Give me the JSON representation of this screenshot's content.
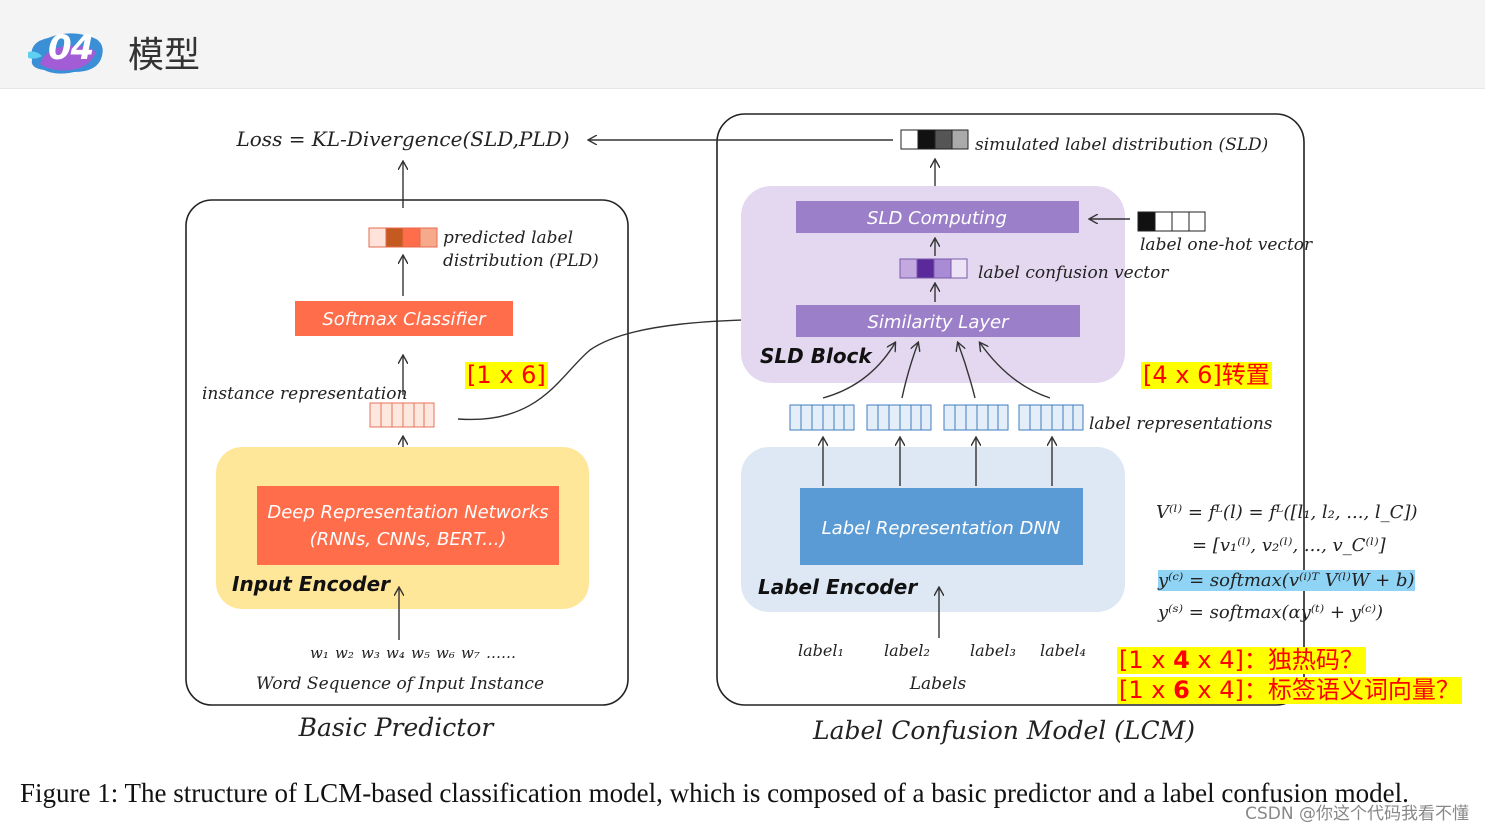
{
  "header": {
    "badge": "04",
    "title": "模型"
  },
  "basic_predictor": {
    "title": "Basic Predictor",
    "loss": "Loss = KL-Divergence(SLD,PLD)",
    "pld_label_line1": "predicted label",
    "pld_label_line2": "distribution (PLD)",
    "softmax": "Softmax Classifier",
    "instance_repr": "instance representation",
    "drn_line1": "Deep Representation Networks",
    "drn_line2": "(RNNs, CNNs, BERT...)",
    "input_encoder": "Input Encoder",
    "words": [
      "w₁",
      "w₂",
      "w₃",
      "w₄",
      "w₅",
      "w₆",
      "w₇",
      "……"
    ],
    "word_seq": "Word Sequence of Input Instance"
  },
  "lcm": {
    "title": "Label Confusion Model (LCM)",
    "sld_label": "simulated label distribution (SLD)",
    "sld_computing": "SLD Computing",
    "onehot": "label one-hot vector",
    "confusion": "label confusion vector",
    "similarity": "Similarity Layer",
    "sld_block": "SLD Block",
    "label_reprs": "label representations",
    "label_dnn": "Label Representation DNN",
    "label_encoder": "Label Encoder",
    "labels": [
      "label₁",
      "label₂",
      "label₃",
      "label₄"
    ],
    "labels_caption": "Labels"
  },
  "annotations": {
    "a1": "[1 x 6]",
    "a2": "[4 x 6]转置",
    "a3_pre": "[1 x ",
    "a3_bold": "4",
    "a3_post": " x 4]：独热码？",
    "a4_pre": "[1 x ",
    "a4_bold": "6",
    "a4_post": " x 4]：标签语义词向量？"
  },
  "formulas": {
    "f1": "V⁽ˡ⁾ = fᴸ(l) = fᴸ([l₁, l₂, ..., l_C])",
    "f2": "= [v₁⁽ˡ⁾, v₂⁽ˡ⁾, ..., v_C⁽ˡ⁾]",
    "f3": "y⁽ᶜ⁾ = softmax(v⁽ⁱ⁾ᵀ V⁽ˡ⁾W + b)",
    "f4": "y⁽ˢ⁾ = softmax(αy⁽ᵗ⁾ + y⁽ᶜ⁾)"
  },
  "caption": "Figure 1: The structure of LCM-based classification model, which is composed of a basic predictor and a label confusion model.",
  "watermark": "CSDN @你这个代码我看不懂",
  "colors": {
    "orange": "#ff6d4a",
    "purple": "#9b7fc8",
    "sld_bg": "#e3d8f0",
    "blue": "#5b9bd5",
    "label_bg": "#dde8f4",
    "input_bg": "#ffe79a",
    "highlight_yellow": "#ffff00",
    "annot_red": "#ff0000"
  }
}
